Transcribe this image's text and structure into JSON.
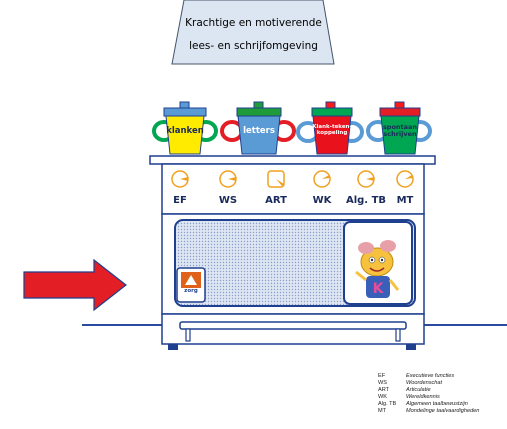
{
  "banner": {
    "line1": "Krachtige en motiverende",
    "line2": "lees- en schrijfomgeving"
  },
  "pots": [
    {
      "label": "klanken",
      "color": "#ffeb00",
      "text_color": "#1a2a5a"
    },
    {
      "label": "letters",
      "color": "#5b9bd5",
      "text_color": "#1a2a5a"
    },
    {
      "label": "Klank-teken-koppeling",
      "color": "#e8111c",
      "text_color": "#ffffff"
    },
    {
      "label": "spontaan schrijven",
      "color": "#00a651",
      "text_color": "#1a2a5a"
    }
  ],
  "pot_lid_colors": [
    "#5b9bd5",
    "#1f9b3a",
    "#ff1a1a",
    "#ff1a1a"
  ],
  "knobs": [
    {
      "label": "EF"
    },
    {
      "label": "WS"
    },
    {
      "label": "ART"
    },
    {
      "label": "WK"
    },
    {
      "label": "Alg. TB"
    },
    {
      "label": "MT"
    }
  ],
  "oven_window": {
    "sticker_label": "zorg"
  },
  "legend": [
    {
      "abbr": "EF",
      "desc": "Executieve functies"
    },
    {
      "abbr": "WS",
      "desc": "Woordenschat"
    },
    {
      "abbr": "ART",
      "desc": "Articulatie"
    },
    {
      "abbr": "WK",
      "desc": "Wereldkennis"
    },
    {
      "abbr": "Alg. TB",
      "desc": "Algemeen taalbewustzijn"
    },
    {
      "abbr": "MT",
      "desc": "Mondelinge taalvaardigheden"
    }
  ],
  "colors": {
    "stove_outline": "#1f3f8f",
    "knob": "#f0a020",
    "arrow": "#e31e24",
    "banner_fill": "#dce6f2",
    "floor_line": "#2a4aa0"
  }
}
